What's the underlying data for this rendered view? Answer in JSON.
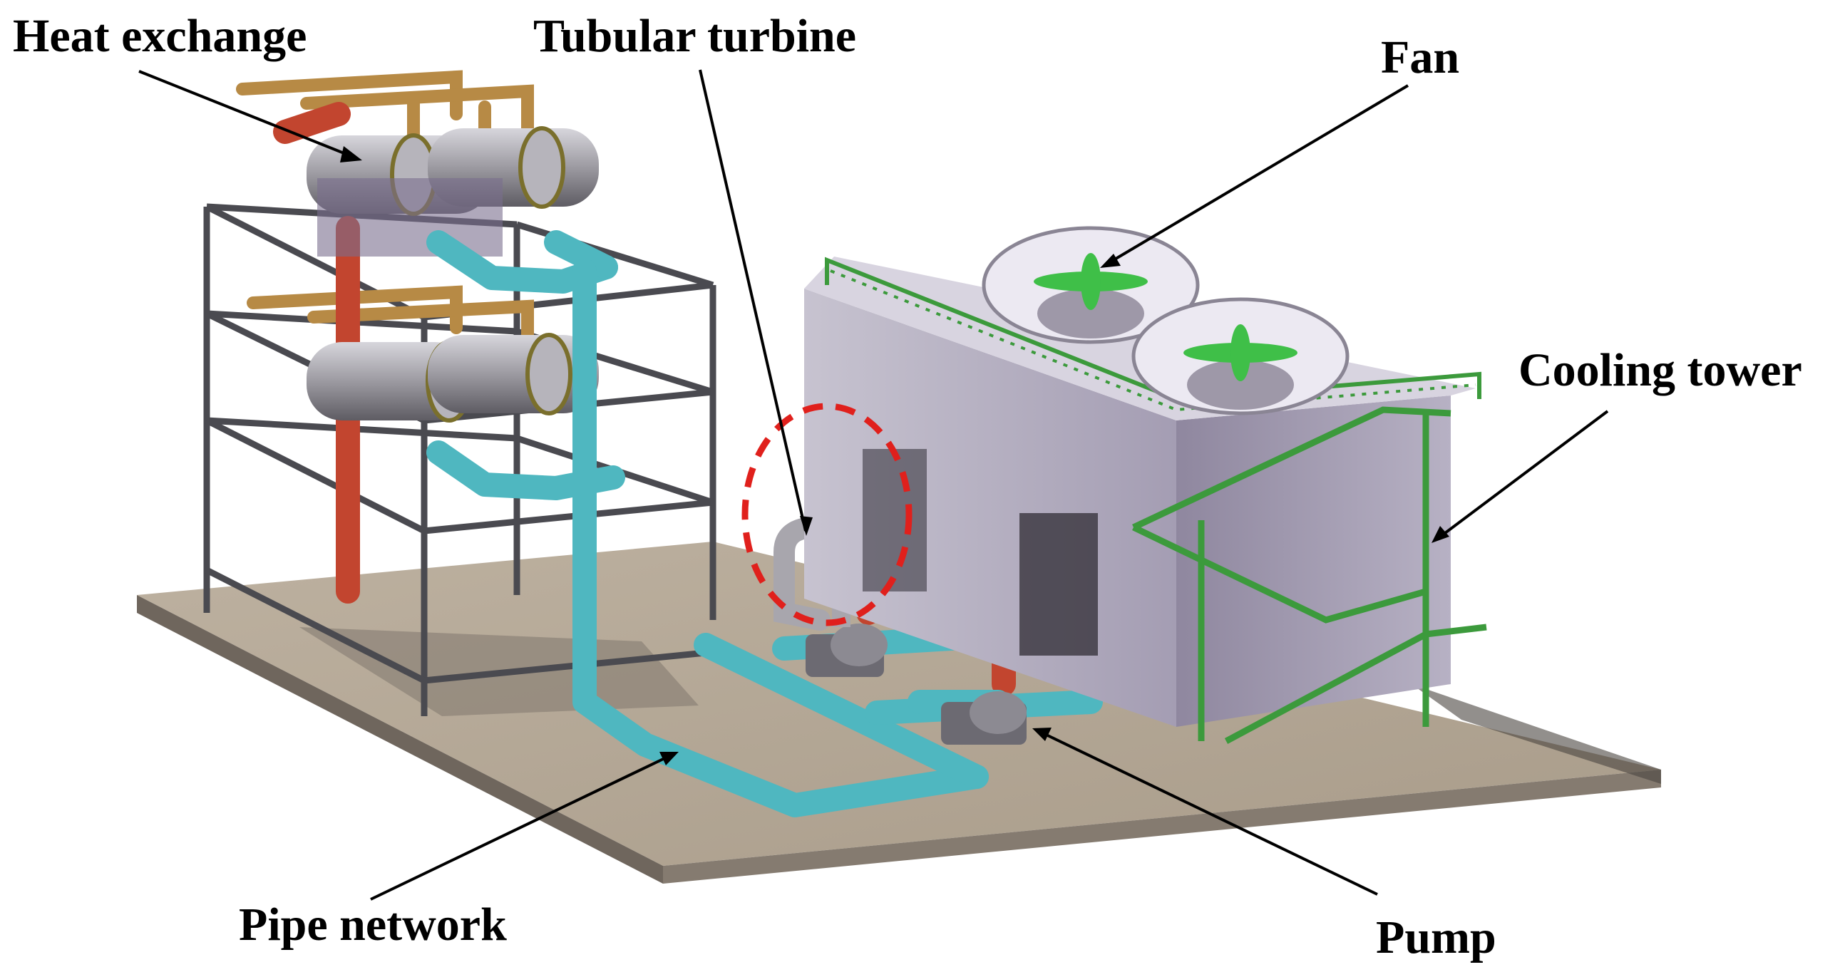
{
  "labels": {
    "heat_exchange": "Heat exchange",
    "tubular_turbine": "Tubular turbine",
    "fan": "Fan",
    "cooling_tower": "Cooling tower",
    "pipe_network": "Pipe network",
    "pump": "Pump"
  },
  "colors": {
    "ground": "#b5a998",
    "ground_edge": "#6f665d",
    "hot_pipe": "#c2452f",
    "cold_pipe": "#4fb7c0",
    "brass_pipe": "#b78a45",
    "vessel": "#9c9aa1",
    "frame": "#4a4a50",
    "tower_front": "#a8a2b4",
    "tower_side": "#c9c6d2",
    "railing": "#3c9a3c",
    "fan_blade": "#3fbf48",
    "turbine_marker": "#e0201c"
  }
}
